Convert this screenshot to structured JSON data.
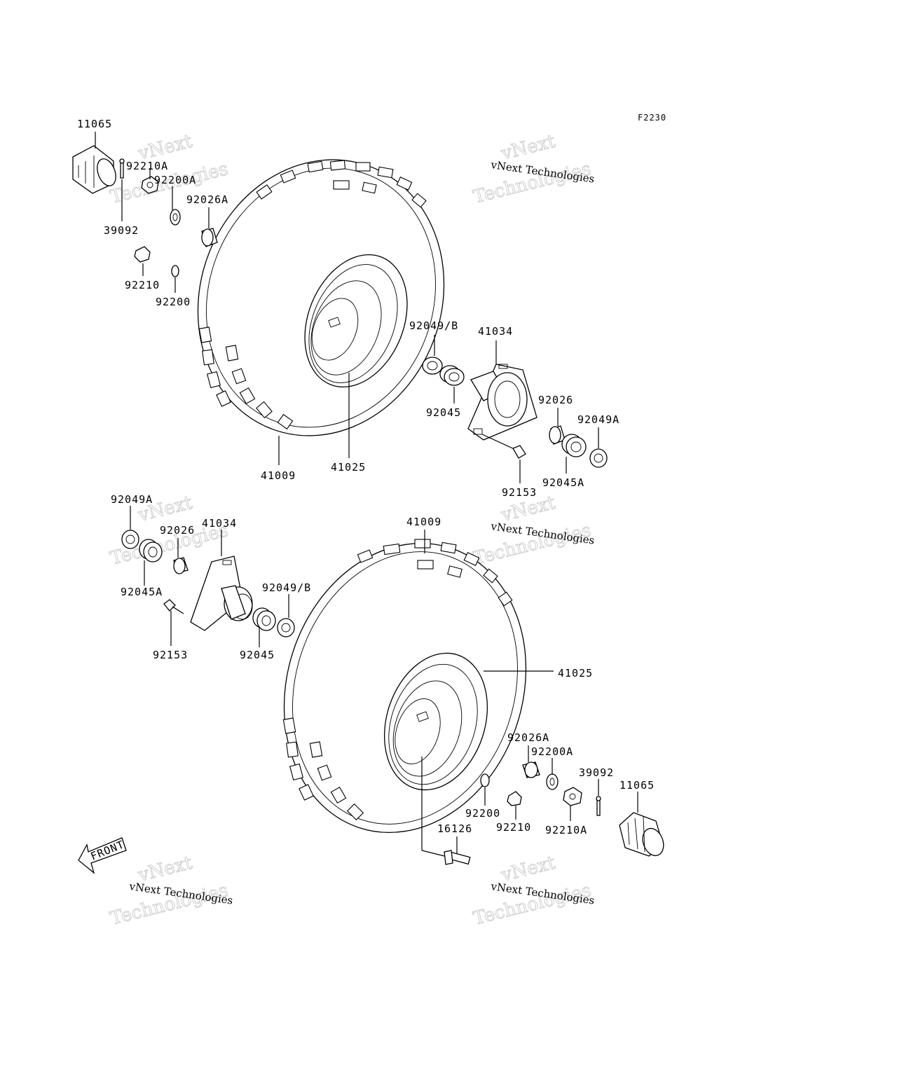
{
  "figure_code": "F2230",
  "watermark": {
    "line1": "vNext",
    "line2": "Technologies",
    "small": "vNext Technologies"
  },
  "front_arrow": "FRONT",
  "labels": {
    "p11065_top": "11065",
    "p92210A_top": "92210A",
    "p92200A_top": "92200A",
    "p92026A_top": "92026A",
    "p39092_top": "39092",
    "p92210_top": "92210",
    "p92200_top": "92200",
    "p92049B_top": "92049/B",
    "p41034_top": "41034",
    "p92045_top": "92045",
    "p92026_top": "92026",
    "p92049A_top": "92049A",
    "p92045A_top": "92045A",
    "p92153_top": "92153",
    "p41009_top": "41009",
    "p41025_top": "41025",
    "p92049A_bot": "92049A",
    "p92026_bot": "92026",
    "p41034_bot": "41034",
    "p92045A_bot": "92045A",
    "p92049B_bot": "92049/B",
    "p92153_bot": "92153",
    "p92045_bot": "92045",
    "p41009_bot": "41009",
    "p41025_bot": "41025",
    "p92026A_bot": "92026A",
    "p92200A_bot": "92200A",
    "p39092_bot": "39092",
    "p11065_bot": "11065",
    "p92200_bot": "92200",
    "p92210_bot": "92210",
    "p92210A_bot": "92210A",
    "p16126_bot": "16126"
  }
}
